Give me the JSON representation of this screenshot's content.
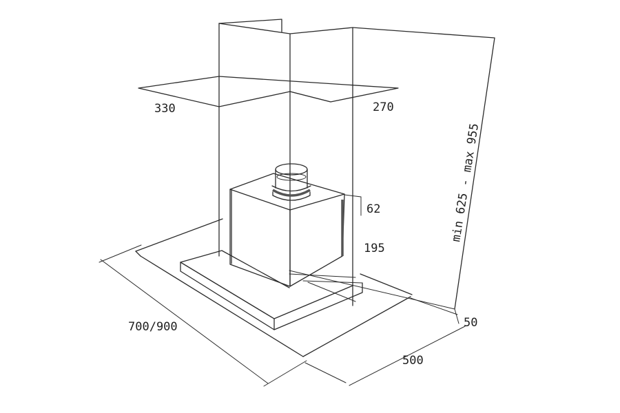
{
  "dimensions": {
    "chimney_side_depth": "330",
    "chimney_front_width": "270",
    "height_range": "min 625 - max 955",
    "motor_cap_height": "62",
    "body_height": "195",
    "canopy_thickness": "50",
    "width": "700/900",
    "depth": "500"
  },
  "colors": {
    "line": "#2b2b2b",
    "text": "#1e1e1e",
    "accent_grey": "#555555"
  }
}
